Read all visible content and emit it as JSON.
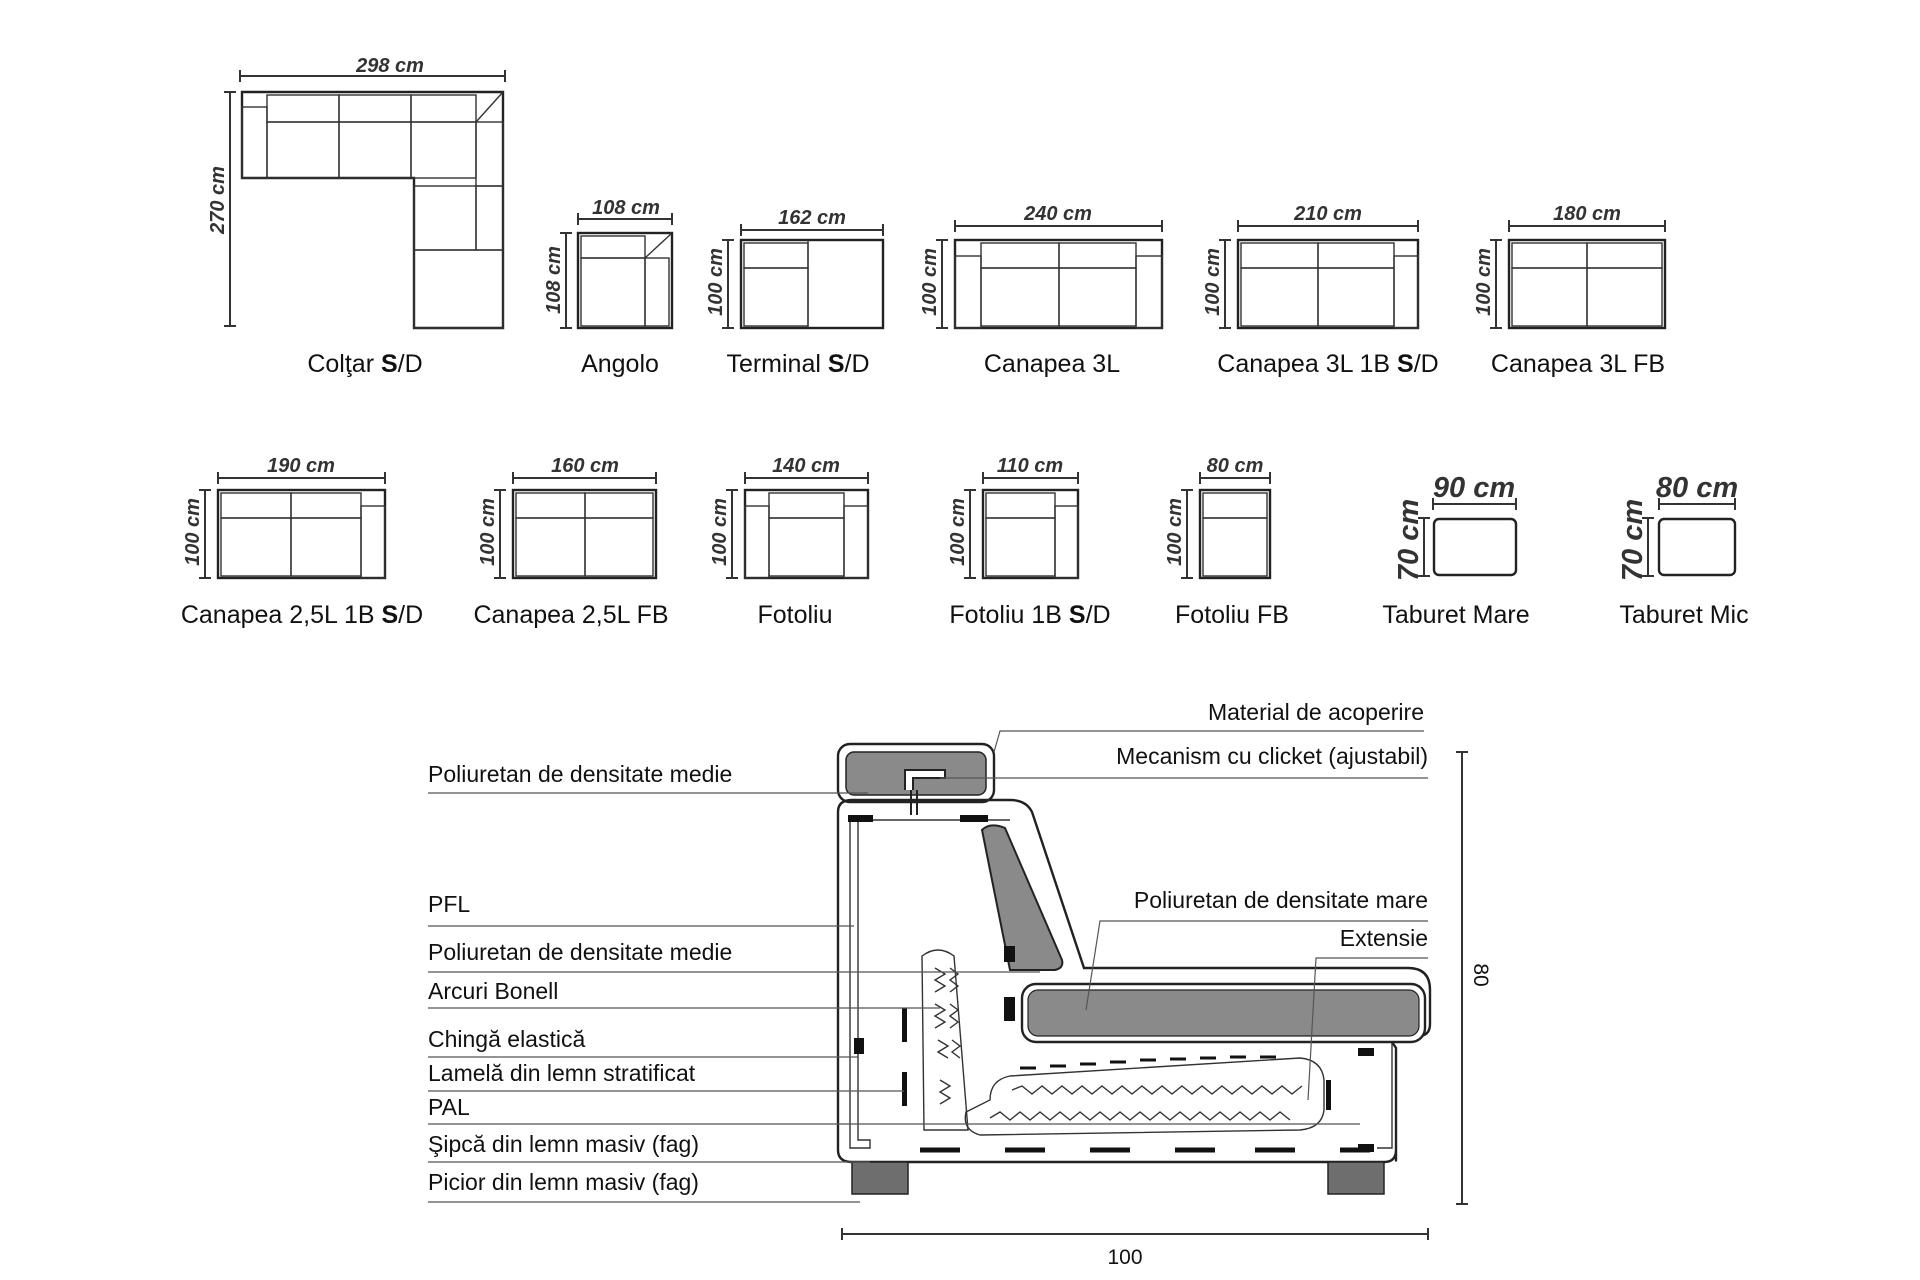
{
  "modules_row1": [
    {
      "id": "coltar",
      "width": "298 cm",
      "height": "270 cm",
      "name": "Colţar ",
      "bold": "S",
      "suffix": "/D"
    },
    {
      "id": "angolo",
      "width": "108 cm",
      "height": "108 cm",
      "name": "Angolo",
      "bold": "",
      "suffix": ""
    },
    {
      "id": "terminal",
      "width": "162 cm",
      "height": "100 cm",
      "name": "Terminal ",
      "bold": "S",
      "suffix": "/D"
    },
    {
      "id": "canapea-3l",
      "width": "240 cm",
      "height": "100 cm",
      "name": "Canapea 3L",
      "bold": "",
      "suffix": ""
    },
    {
      "id": "canapea-3l-1b",
      "width": "210 cm",
      "height": "100 cm",
      "name": "Canapea 3L 1B ",
      "bold": "S",
      "suffix": "/D"
    },
    {
      "id": "canapea-3l-fb",
      "width": "180 cm",
      "height": "100 cm",
      "name": "Canapea 3L FB",
      "bold": "",
      "suffix": ""
    }
  ],
  "modules_row2": [
    {
      "id": "canapea-25l-1b",
      "width": "190 cm",
      "height": "100 cm",
      "name": "Canapea 2,5L 1B ",
      "bold": "S",
      "suffix": "/D"
    },
    {
      "id": "canapea-25l-fb",
      "width": "160 cm",
      "height": "100 cm",
      "name": "Canapea 2,5L FB",
      "bold": "",
      "suffix": ""
    },
    {
      "id": "fotoliu",
      "width": "140 cm",
      "height": "100 cm",
      "name": "Fotoliu",
      "bold": "",
      "suffix": ""
    },
    {
      "id": "fotoliu-1b",
      "width": "110 cm",
      "height": "100 cm",
      "name": "Fotoliu 1B ",
      "bold": "S",
      "suffix": "/D"
    },
    {
      "id": "fotoliu-fb",
      "width": "80 cm",
      "height": "100 cm",
      "name": "Fotoliu FB",
      "bold": "",
      "suffix": ""
    },
    {
      "id": "taburet-mare",
      "width": "90 cm",
      "height": "70 cm",
      "name": "Taburet Mare",
      "bold": "",
      "suffix": ""
    },
    {
      "id": "taburet-mic",
      "width": "80 cm",
      "height": "70 cm",
      "name": "Taburet Mic",
      "bold": "",
      "suffix": ""
    }
  ],
  "cross_section": {
    "labels_left": [
      "Poliuretan de densitate medie",
      "PFL",
      "Poliuretan de densitate medie",
      "Arcuri Bonell",
      "Chingă elastică",
      "Lamelă din lemn stratificat",
      "PAL",
      "Şipcă din lemn masiv (fag)",
      "Picior din lemn masiv (fag)"
    ],
    "labels_right": [
      "Material de acoperire",
      "Mecanism cu clicket (ajustabil)",
      "Poliuretan de densitate mare",
      "Extensie"
    ],
    "dim_width": "100",
    "dim_height": "80"
  },
  "colors": {
    "foam": "#8a8a8a",
    "leg": "#6e6e6e",
    "line": "#222222",
    "block": "#111111"
  }
}
